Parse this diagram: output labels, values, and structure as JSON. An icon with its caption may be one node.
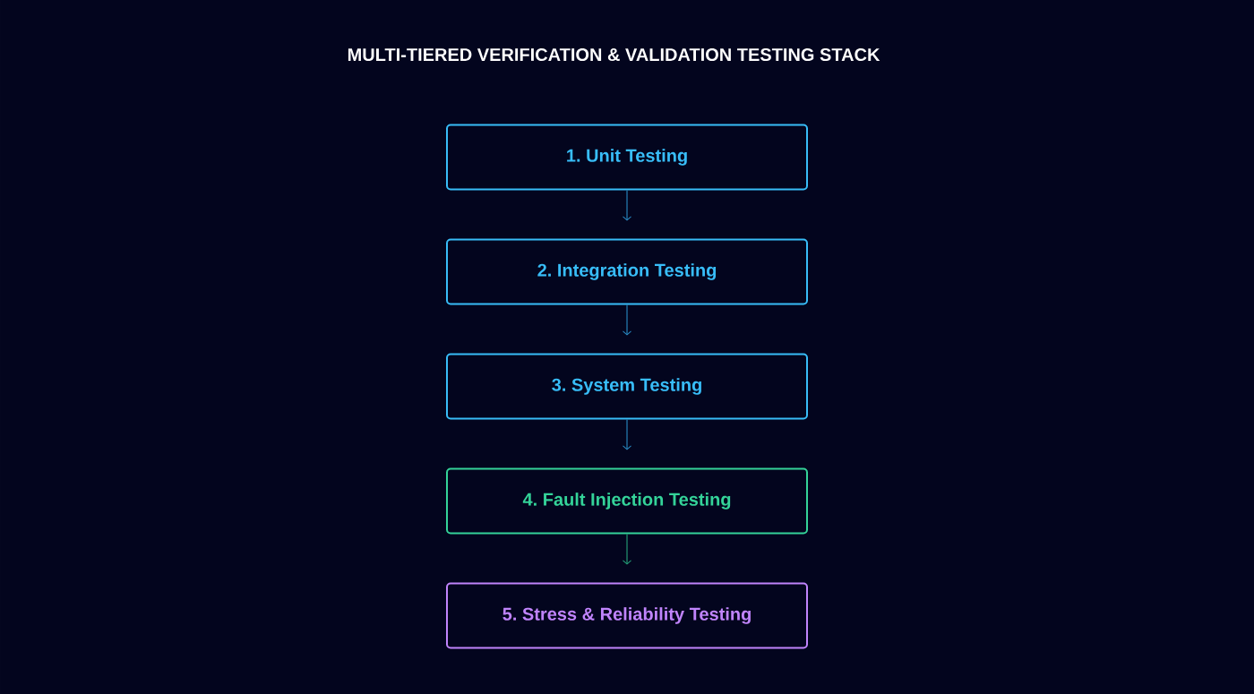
{
  "diagram": {
    "title": "MULTI-TIERED VERIFICATION & VALIDATION TESTING STACK",
    "nodes": [
      {
        "text": [
          "1. Unit Testing"
        ]
      },
      {
        "text": [
          "2. Integration Testing"
        ]
      },
      {
        "text": [
          "3. System Testing"
        ]
      },
      {
        "text": [
          "4. Fault Injection Testing"
        ]
      },
      {
        "text": [
          "5. Stress & Reliability Testing"
        ]
      }
    ],
    "edges": [
      {
        "from": 0,
        "to": 1,
        "arrow": "to"
      },
      {
        "from": 1,
        "to": 2,
        "arrow": "to"
      },
      {
        "from": 2,
        "to": 3,
        "arrow": "to"
      },
      {
        "from": 3,
        "to": 4,
        "arrow": "to",
        "color": "#25a37a"
      }
    ]
  }
}
